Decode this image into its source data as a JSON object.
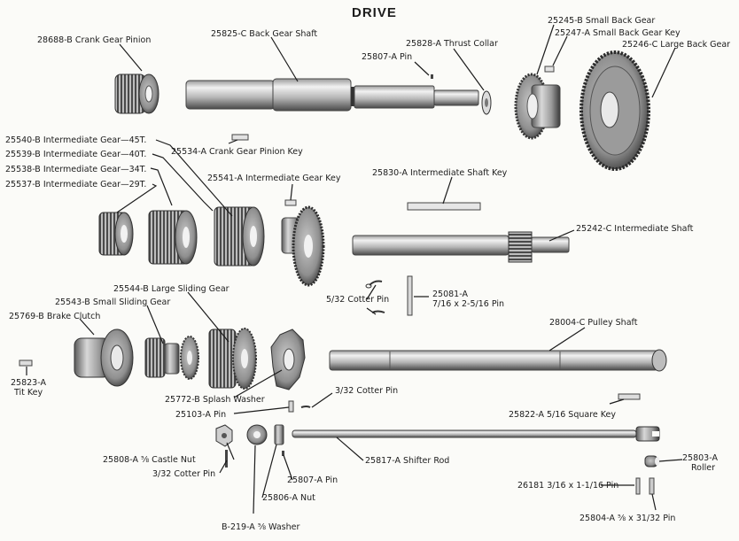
{
  "title": "DRIVE",
  "colors": {
    "ink": "#1c1c1c",
    "metal_dark": "#3a3a3a",
    "metal_mid": "#8a8a8a",
    "metal_light": "#e6e6e6",
    "paper": "#fbfbf8"
  },
  "parts": {
    "crank_gear_pinion": "28688-B  Crank Gear Pinion",
    "back_gear_shaft": "25825-C  Back Gear Shaft",
    "thrust_collar": "25828-A  Thrust Collar",
    "pin_25807_top": "25807-A  Pin",
    "small_back_gear": "25245-B  Small Back Gear",
    "small_back_gear_key": "25247-A  Small Back Gear Key",
    "large_back_gear": "25246-C  Large Back Gear",
    "gear_45t": "25540-B  Intermediate Gear—45T.",
    "gear_40t": "25539-B  Intermediate Gear—40T.",
    "gear_34t": "25538-B  Intermediate Gear—34T.",
    "gear_29t": "25537-B  Intermediate Gear—29T.",
    "crank_gear_pinion_key": "25534-A  Crank Gear Pinion Key",
    "intermediate_gear_key": "25541-A  Intermediate Gear Key",
    "intermediate_shaft_key": "25830-A  Intermediate Shaft Key",
    "intermediate_shaft": "25242-C  Intermediate Shaft",
    "cotter_pin_5_32": "5/32  Cotter Pin",
    "pin_25081_a": "25081-A",
    "pin_25081_b": "7/16 x 2-5/16  Pin",
    "large_sliding_gear": "25544-B  Large Sliding Gear",
    "small_sliding_gear": "25543-B  Small Sliding Gear",
    "brake_clutch": "25769-B  Brake Clutch",
    "pulley_shaft": "28004-C  Pulley Shaft",
    "tit_key_a": "25823-A",
    "tit_key_b": "Tit Key",
    "splash_washer": "25772-B  Splash Washer",
    "cotter_pin_3_32_mid": "3/32  Cotter Pin",
    "pin_25103": "25103-A  Pin",
    "square_key": "25822-A  5/16  Square Key",
    "castle_nut": "25808-A  ⅝  Castle Nut",
    "shifter_rod": "25817-A  Shifter Rod",
    "roller_a": "25803-A",
    "roller_b": "Roller",
    "cotter_pin_3_32_low": "3/32  Cotter Pin",
    "pin_25807_low": "25807-A  Pin",
    "nut_25806": "25806-A  Nut",
    "pin_26181": "26181  3/16 x 1-1/16  Pin",
    "washer_b219": "B-219-A  ⅝  Washer",
    "pin_25804": "25804-A  ⅝ x 31/32  Pin"
  }
}
